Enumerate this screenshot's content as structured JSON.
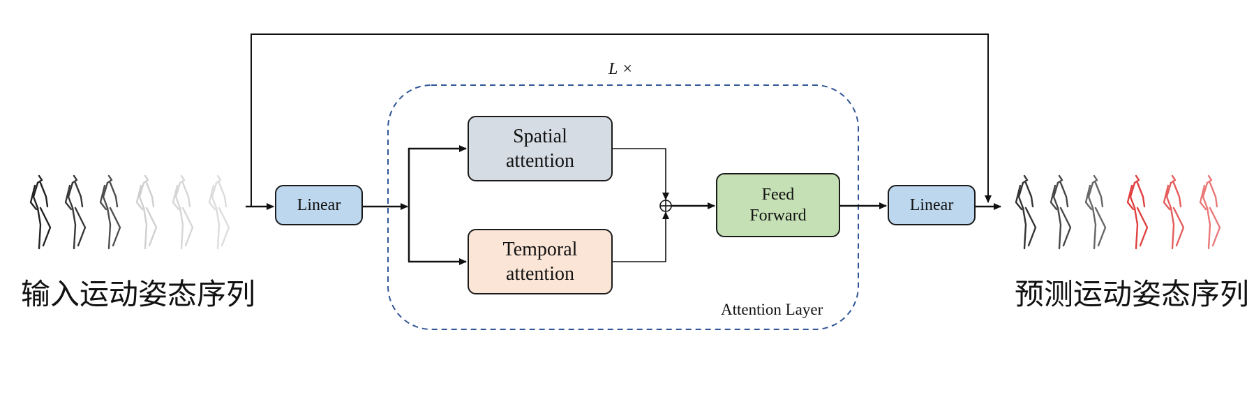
{
  "diagram": {
    "repeat_label": "L ×",
    "attention_layer_label": "Attention Layer",
    "input_caption": "输入运动姿态序列",
    "output_caption": "预测运动姿态序列",
    "blocks": {
      "linear_in": "Linear",
      "spatial": "Spatial\nattention",
      "temporal": "Temporal\nattention",
      "feed_forward": "Feed\nForward",
      "linear_out": "Linear"
    },
    "colors": {
      "linear": "#bdd7ee",
      "spatial": "#d6dce4",
      "temporal": "#fbe5d6",
      "feed_forward": "#c5e0b4",
      "dashed_border": "#2f5597",
      "input_pose_dark": "#222222",
      "input_pose_light": "#bbbbbb",
      "output_pose_observed": "#333333",
      "output_pose_predicted": "#e04040"
    }
  }
}
